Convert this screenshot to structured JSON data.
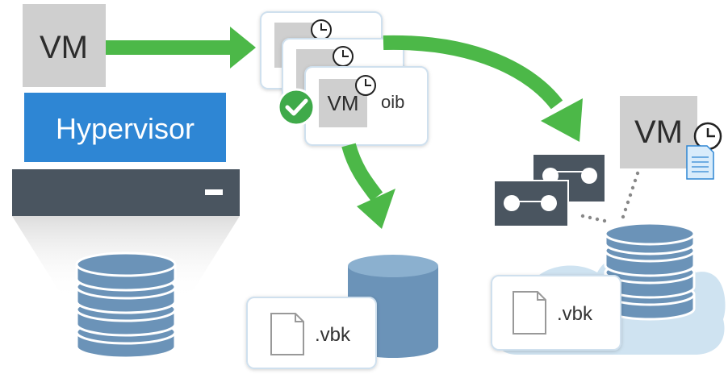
{
  "labels": {
    "source_vm": "VM",
    "hypervisor": "Hypervisor",
    "restore_point_vm": "VM",
    "restore_point_suffix": "oib",
    "local_file": ".vbk",
    "cloud_file": ".vbk",
    "cloud_vm": "VM"
  },
  "colors": {
    "arrow_green": "#4cb848",
    "hypervisor_blue": "#2e86d4",
    "server_dark": "#4a5560",
    "vm_gray": "#cfcfcf",
    "database_blue": "#6b93b8",
    "cloud_blue": "#cfe3f1",
    "check_green": "#3faa4a"
  },
  "icons": {
    "clock": "clock-icon",
    "check": "check-icon",
    "document": "document-icon",
    "tape": "tape-icon",
    "database": "database-icon",
    "cloud": "cloud-icon"
  }
}
